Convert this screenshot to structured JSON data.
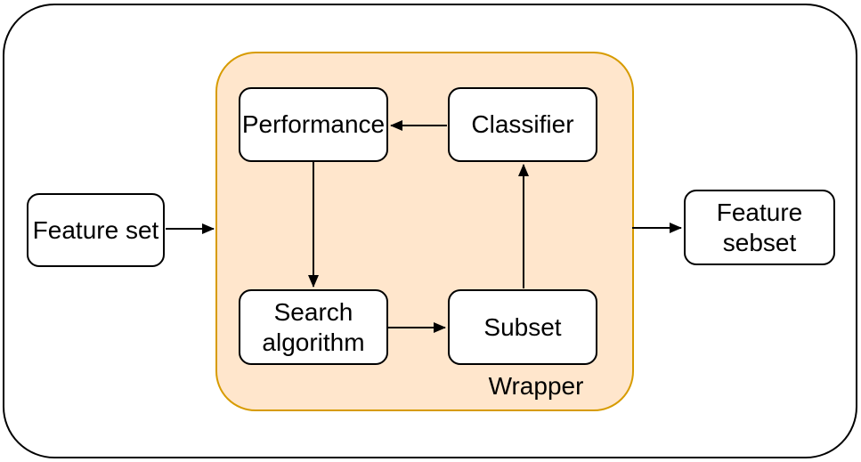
{
  "diagram": {
    "title_hint": "Wrapper feature selection diagram",
    "nodes": {
      "feature_set": {
        "label": "Feature set"
      },
      "performance": {
        "label": "Performance"
      },
      "classifier": {
        "label": "Classifier"
      },
      "search_algorithm": {
        "label": "Search\nalgorithm"
      },
      "subset": {
        "label": "Subset"
      },
      "feature_subset": {
        "label": "Feature\nsebset"
      },
      "wrapper": {
        "label": "Wrapper"
      }
    },
    "edges": [
      {
        "from": "feature_set",
        "to": "wrapper"
      },
      {
        "from": "classifier",
        "to": "performance"
      },
      {
        "from": "performance",
        "to": "search_algorithm"
      },
      {
        "from": "search_algorithm",
        "to": "subset"
      },
      {
        "from": "subset",
        "to": "classifier"
      },
      {
        "from": "wrapper",
        "to": "feature_subset"
      }
    ],
    "colors": {
      "wrapper_fill": "#FFE6CC",
      "wrapper_stroke": "#D79B00",
      "node_fill": "#FFFFFF",
      "line_stroke": "#000000"
    }
  }
}
